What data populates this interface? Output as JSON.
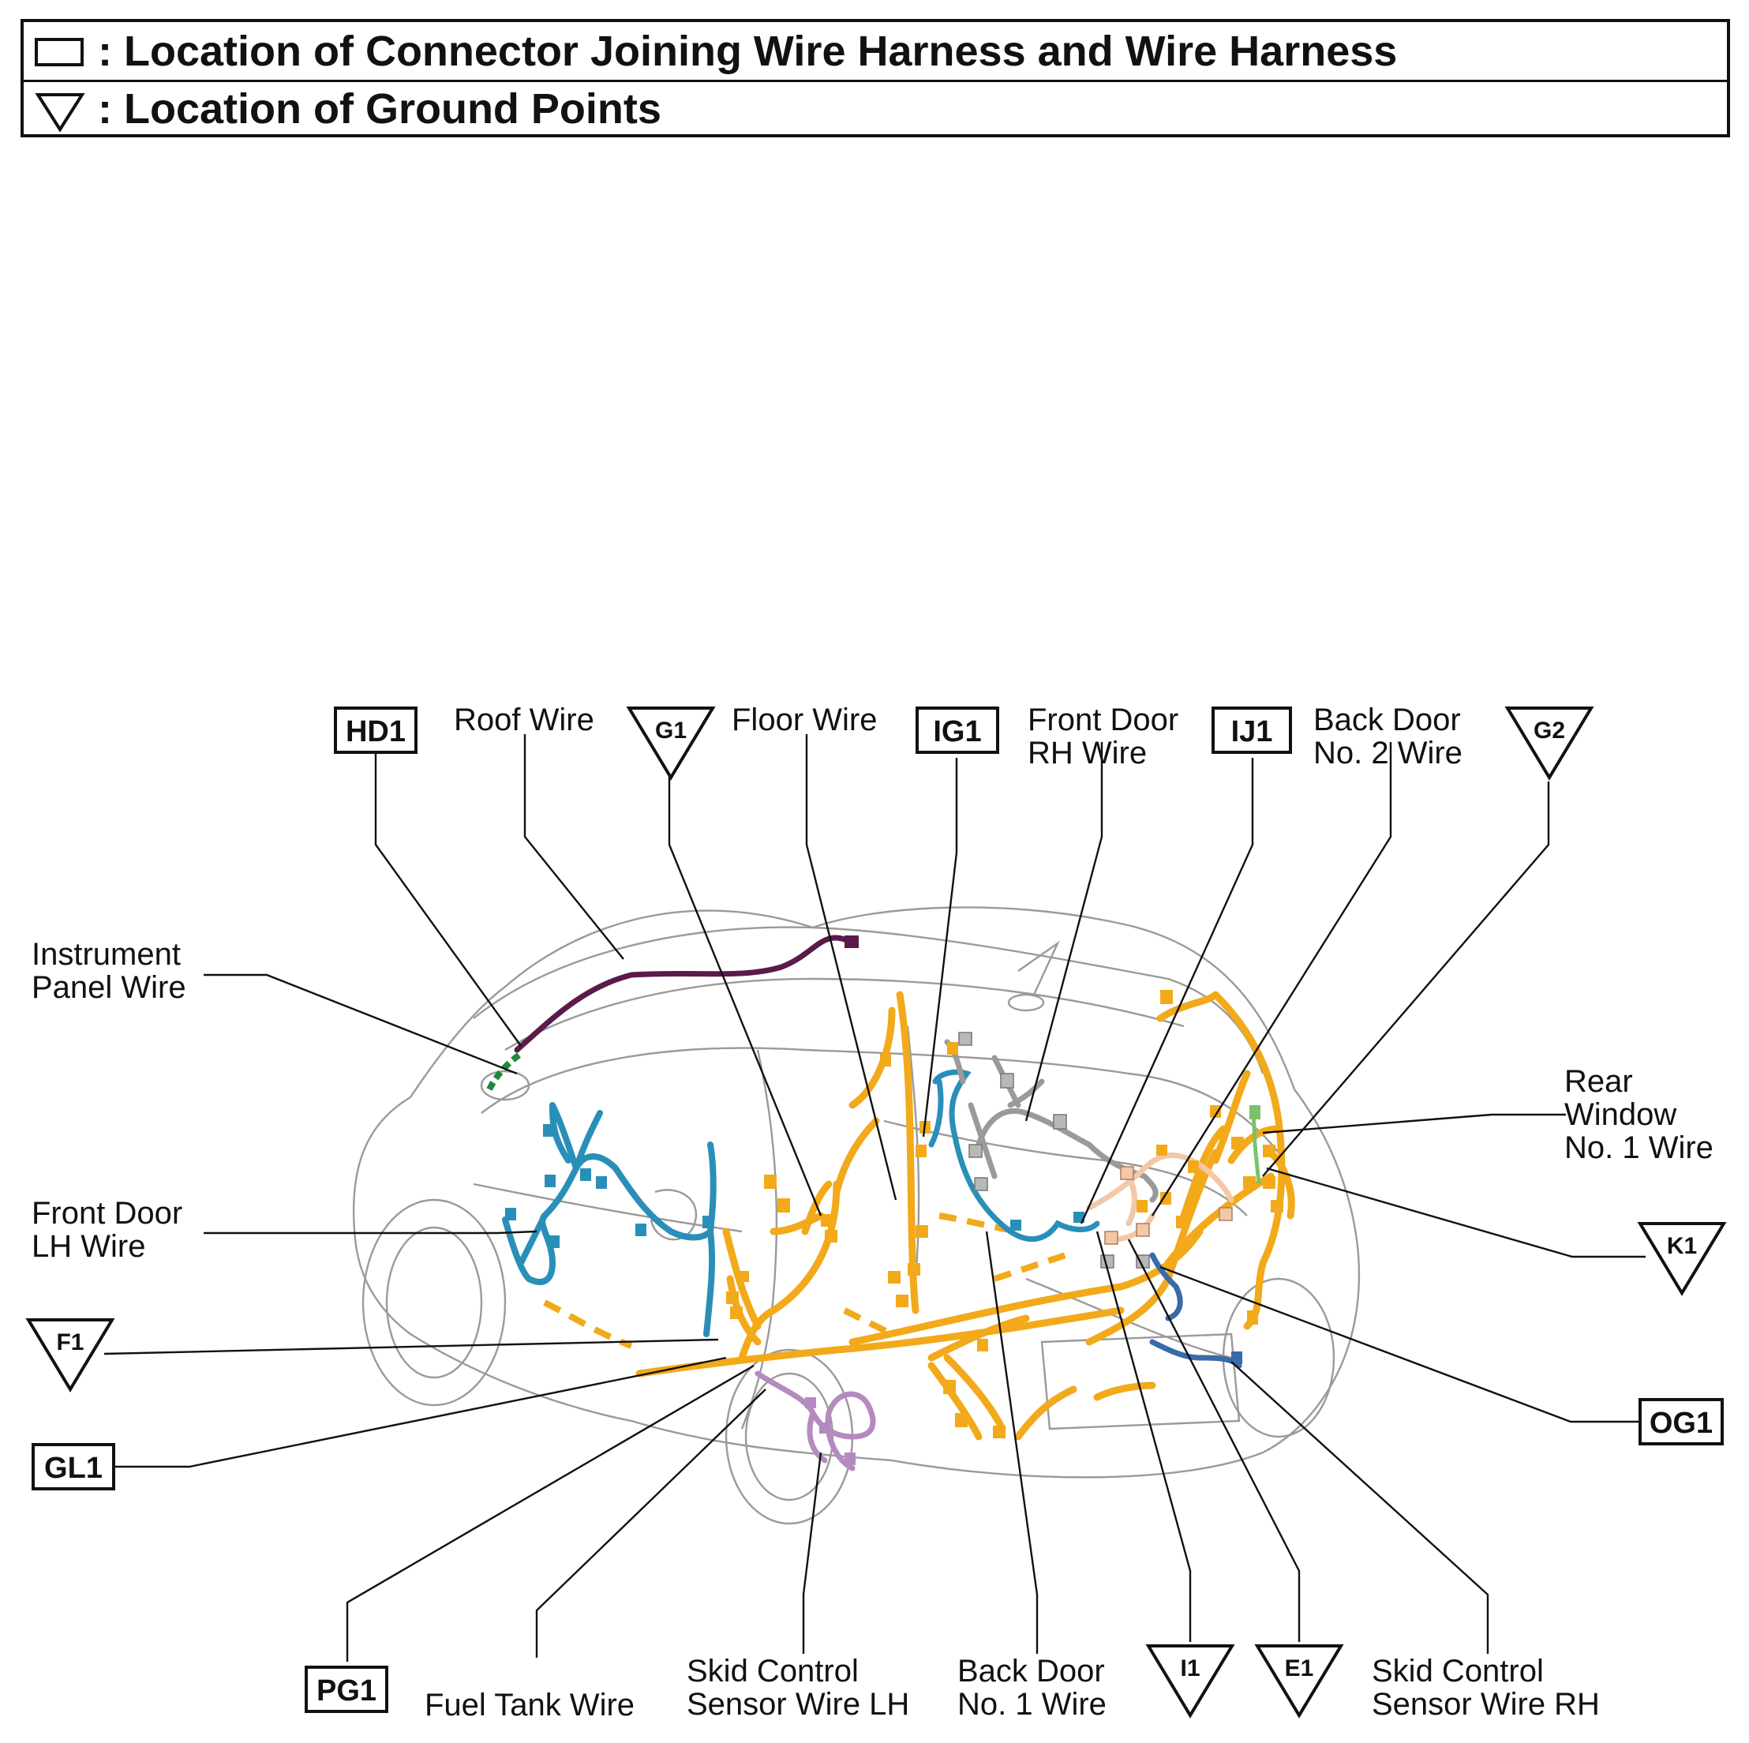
{
  "legend": {
    "connector_text": ": Location of Connector Joining Wire Harness and Wire Harness",
    "ground_text": ": Location of Ground Points"
  },
  "connectors": {
    "hd1": "HD1",
    "ig1": "IG1",
    "ij1": "IJ1",
    "gl1": "GL1",
    "pg1": "PG1",
    "og1": "OG1"
  },
  "grounds": {
    "g1": "G1",
    "g2": "G2",
    "f1": "F1",
    "k1": "K1",
    "i1": "I1",
    "e1": "E1"
  },
  "wires": {
    "roof": "Roof Wire",
    "floor": "Floor Wire",
    "front_door_rh": [
      "Front Door",
      "RH Wire"
    ],
    "back_door_2": [
      "Back Door",
      "No. 2 Wire"
    ],
    "instrument_panel": [
      "Instrument",
      "Panel Wire"
    ],
    "front_door_lh": [
      "Front Door",
      "LH Wire"
    ],
    "rear_window": [
      "Rear",
      "Window",
      "No. 1 Wire"
    ],
    "fuel_tank": "Fuel Tank Wire",
    "skid_lh": [
      "Skid Control",
      "Sensor Wire LH"
    ],
    "back_door_1": [
      "Back Door",
      "No. 1 Wire"
    ],
    "skid_rh": [
      "Skid Control",
      "Sensor Wire RH"
    ]
  },
  "colors": {
    "floor_wire": "#f2a91a",
    "front_door_wire": "#2a8fb8",
    "roof_wire": "#5a1a4a",
    "instrument_panel_wire": "#1f8a3a",
    "back_door_wire": "#9a9a9a",
    "skid_lh_wire": "#b48ac0",
    "back_door_2_wire": "#f2c8a8",
    "rear_window_wire": "#7ac36a",
    "skid_rh_wire": "#3a6aa8"
  }
}
